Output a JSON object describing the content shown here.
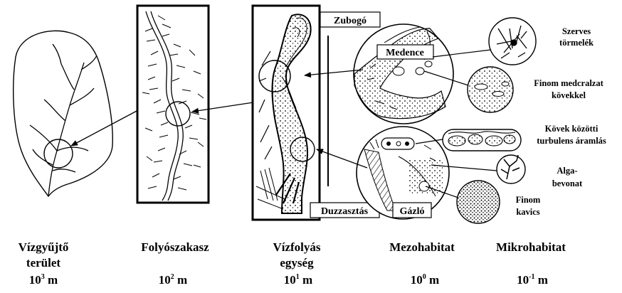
{
  "boxes": {
    "zubogo": "Zubogó",
    "medence": "Medence",
    "duzzasztas": "Duzzasztás",
    "gazlo": "Gázló"
  },
  "micro_labels": {
    "szerves_1": "Szerves",
    "szerves_2": "törmelék",
    "finom_medre_1": "Finom medcralzat",
    "finom_medre_2": "kövekkel",
    "kovek_1": "Kövek közötti",
    "kovek_2": "turbulens áramlás",
    "alga_1": "Alga-",
    "alga_2": "bevonat",
    "kavics_1": "Finom",
    "kavics_2": "kavics"
  },
  "levels": [
    {
      "name_1": "Vízgyűjtő",
      "name_2": "terület",
      "base": "10",
      "exp": "3",
      "unit": "m"
    },
    {
      "name_1": "Folyószakasz",
      "name_2": "",
      "base": "10",
      "exp": "2",
      "unit": "m"
    },
    {
      "name_1": "Vízfolyás",
      "name_2": "egység",
      "base": "10",
      "exp": "1",
      "unit": "m"
    },
    {
      "name_1": "Mezohabitat",
      "name_2": "",
      "base": "10",
      "exp": "0",
      "unit": "m"
    },
    {
      "name_1": "Mikrohabitat",
      "name_2": "",
      "base": "10",
      "exp": "-1",
      "unit": "m"
    }
  ]
}
